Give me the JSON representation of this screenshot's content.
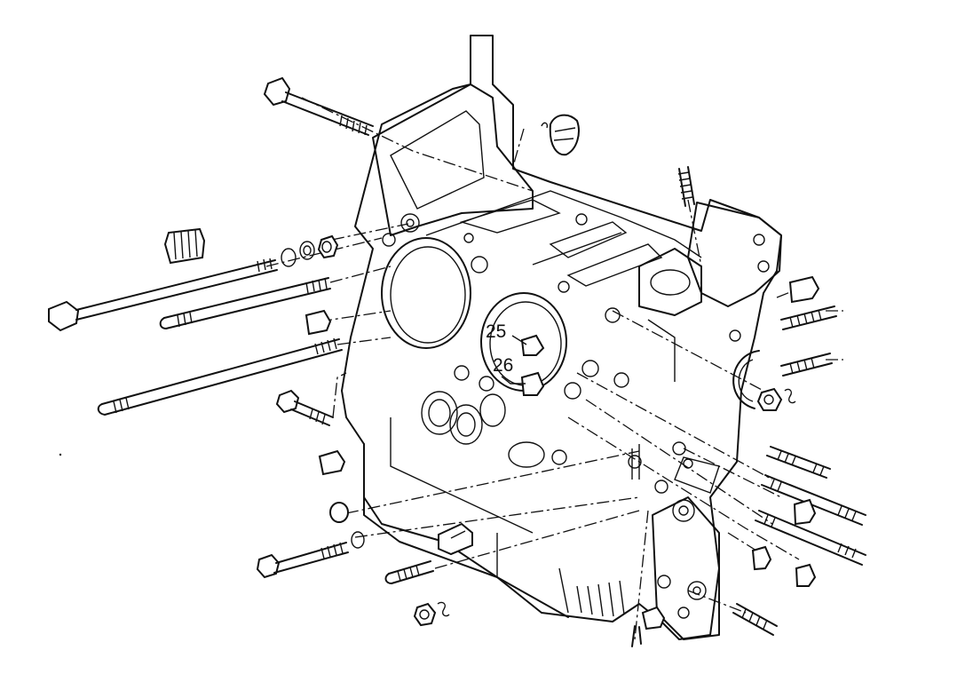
{
  "callouts": [
    {
      "id": "25",
      "label": "25"
    },
    {
      "id": "26",
      "label": "26"
    }
  ],
  "colors": {
    "line": "#111111",
    "background": "#ffffff"
  }
}
